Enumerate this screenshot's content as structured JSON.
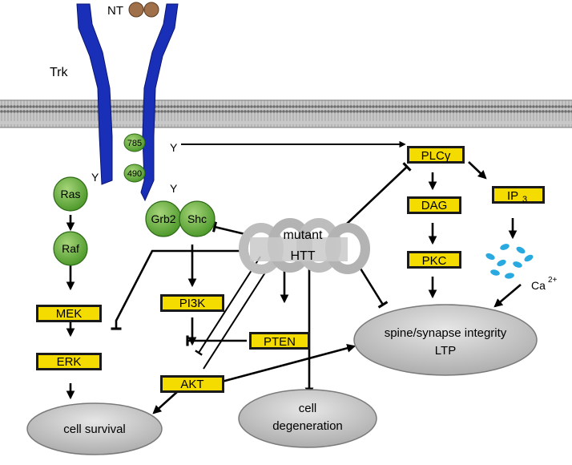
{
  "ligand_label": "NT",
  "receptor_label": "Trk",
  "phospho_sites": {
    "y785": "785",
    "y490": "490"
  },
  "y_marks": {
    "y_plc": "Y",
    "y_ras": "Y",
    "y_grb": "Y"
  },
  "nodes": {
    "ras": "Ras",
    "raf": "Raf",
    "grb2": "Grb2",
    "shc": "Shc",
    "mek": "MEK",
    "erk": "ERK",
    "pi3k": "PI3K",
    "akt": "AKT",
    "pten": "PTEN",
    "plcg": "PLCγ",
    "dag": "DAG",
    "pkc": "PKC",
    "ip3": "IP",
    "ip3_sub": "3"
  },
  "htt": {
    "line1": "mutant",
    "line2": "HTT"
  },
  "calcium": {
    "label": "Ca",
    "sup": "2+"
  },
  "outcomes": {
    "cell_survival": "cell survival",
    "cell_degeneration_1": "cell",
    "cell_degeneration_2": "degeneration",
    "spine_1": "spine/synapse integrity",
    "spine_2": "LTP"
  },
  "colors": {
    "receptor": "#1a2fb8",
    "node_green": "#6cb33f",
    "box_yellow": "#f5dc00",
    "calcium": "#29a9e0",
    "oval_gray": "#c4c4c4",
    "htt_gray": "#bdbdbd",
    "ligand": "#a0704a"
  }
}
